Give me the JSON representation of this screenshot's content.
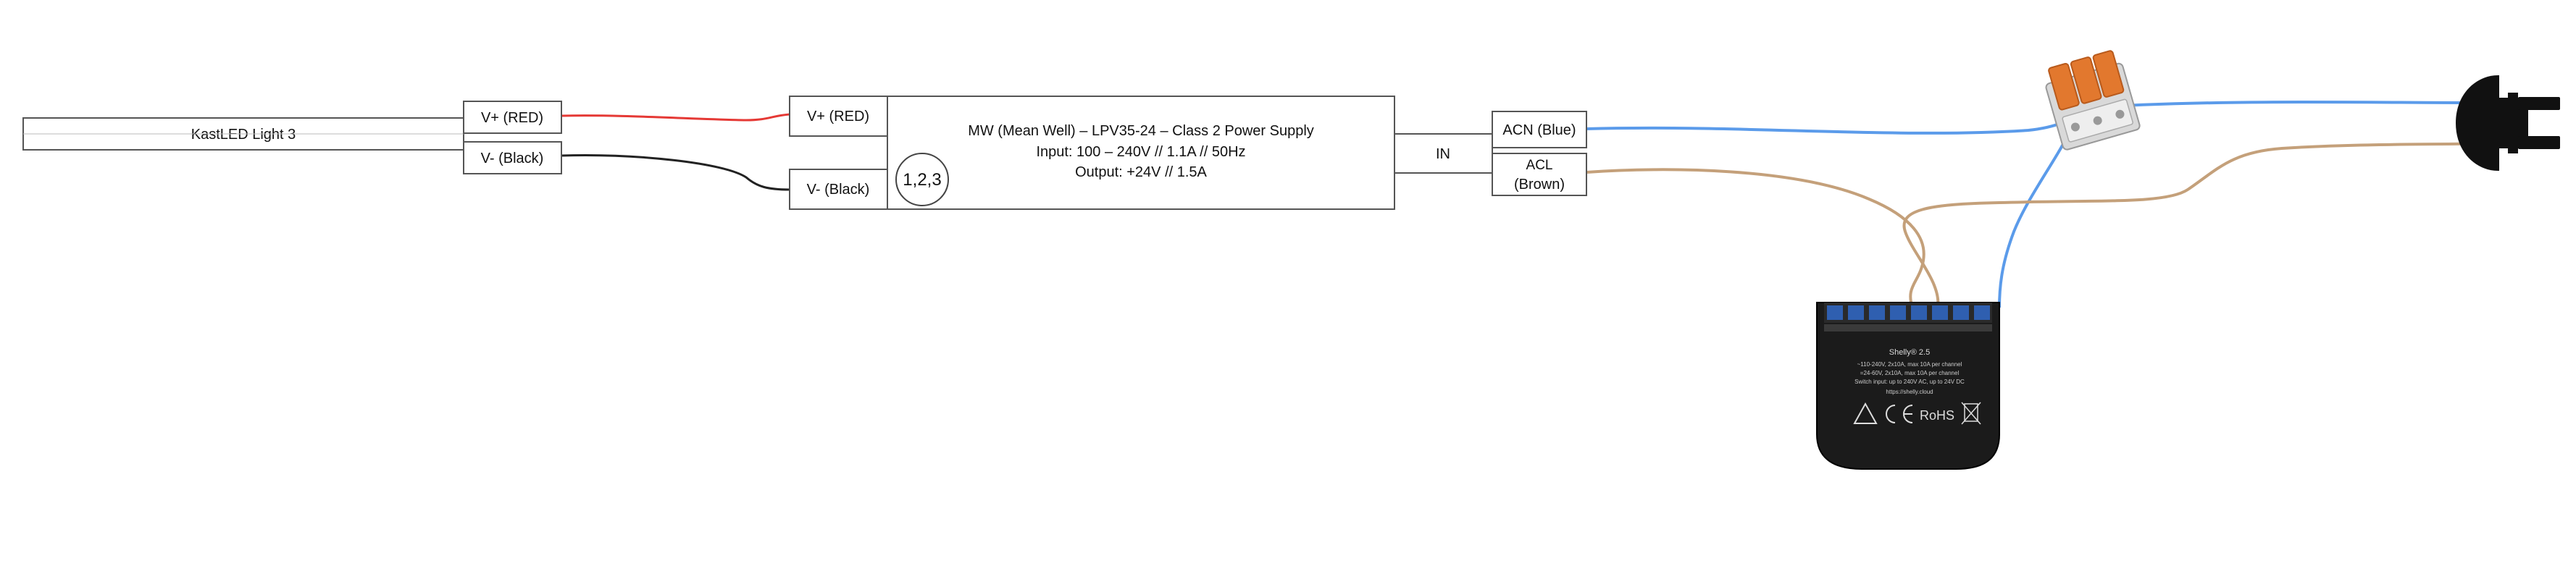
{
  "light": {
    "label": "KastLED Light 3"
  },
  "light_terminals": {
    "vplus": "V+ (RED)",
    "vminus": "V- (Black)"
  },
  "psu": {
    "vplus": "V+ (RED)",
    "vminus": "V- (Black)",
    "badge": "1,2,3",
    "lines": [
      "MW (Mean Well) – LPV35-24 – Class 2 Power Supply",
      "Input: 100 – 240V // 1.1A // 50Hz",
      "Output: +24V // 1.5A"
    ],
    "in_label": "IN",
    "acn_label": "ACN (Blue)",
    "acl_line1": "ACL",
    "acl_line2": "(Brown)"
  },
  "relay": {
    "model": "Shelly® 2.5",
    "spec1": "~110-240V, 2x10A, max 10A per channel",
    "spec2": "=24-60V, 2x10A, max 10A per channel",
    "spec3": "Switch input: up to 240V AC, up to 24V DC",
    "site": "https://shelly.cloud",
    "rohs": "RoHS"
  },
  "colors": {
    "red_wire": "#e53935",
    "black_wire": "#222222",
    "blue_wire": "#5b9bea",
    "brown_wire": "#c4a07a",
    "connector": "#e2782e",
    "plug": "#111111"
  }
}
